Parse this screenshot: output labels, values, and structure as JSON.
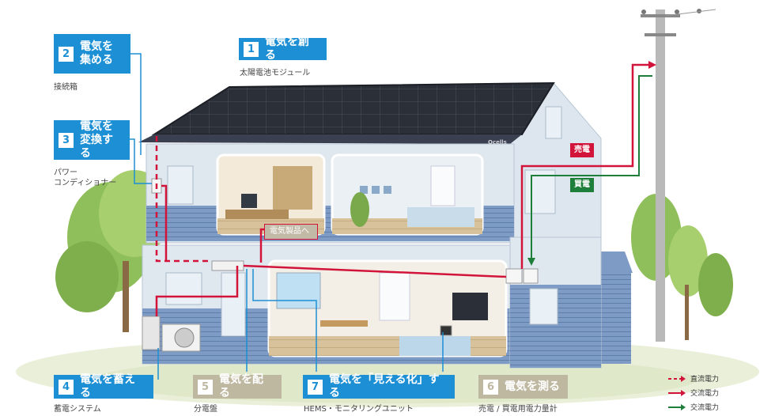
{
  "steps": [
    {
      "num": "1",
      "label": "電気を創る",
      "caption": "太陽電池モジュール"
    },
    {
      "num": "2",
      "label": "電気を\n集める",
      "caption": "接続箱"
    },
    {
      "num": "3",
      "label": "電気を\n変換する",
      "caption": "パワー\nコンディショナー"
    },
    {
      "num": "4",
      "label": "電気を蓄える",
      "caption": "蓄電システム"
    },
    {
      "num": "5",
      "label": "電気を配る",
      "caption": "分電盤"
    },
    {
      "num": "7",
      "label": "電気を「見える化」する",
      "caption": "HEMS・モニタリングユニット"
    },
    {
      "num": "6",
      "label": "電気を測る",
      "caption": "売電 / 買電用電力量計"
    }
  ],
  "flow_tags": {
    "sell": "売電",
    "buy": "買電"
  },
  "product_label": "電気製品へ",
  "logo_text": "Qcells",
  "legend": [
    {
      "label": "直流電力",
      "color": "#d3143a",
      "style": "dashed"
    },
    {
      "label": "交流電力",
      "color": "#d3143a",
      "style": "solid"
    },
    {
      "label": "交流電力",
      "color": "#1e7f3a",
      "style": "solid"
    }
  ],
  "colors": {
    "accent": "#1d8fd4",
    "muted": "#bfb8a1",
    "dc": "#d3143a",
    "ac_buy": "#1e7f3a"
  }
}
